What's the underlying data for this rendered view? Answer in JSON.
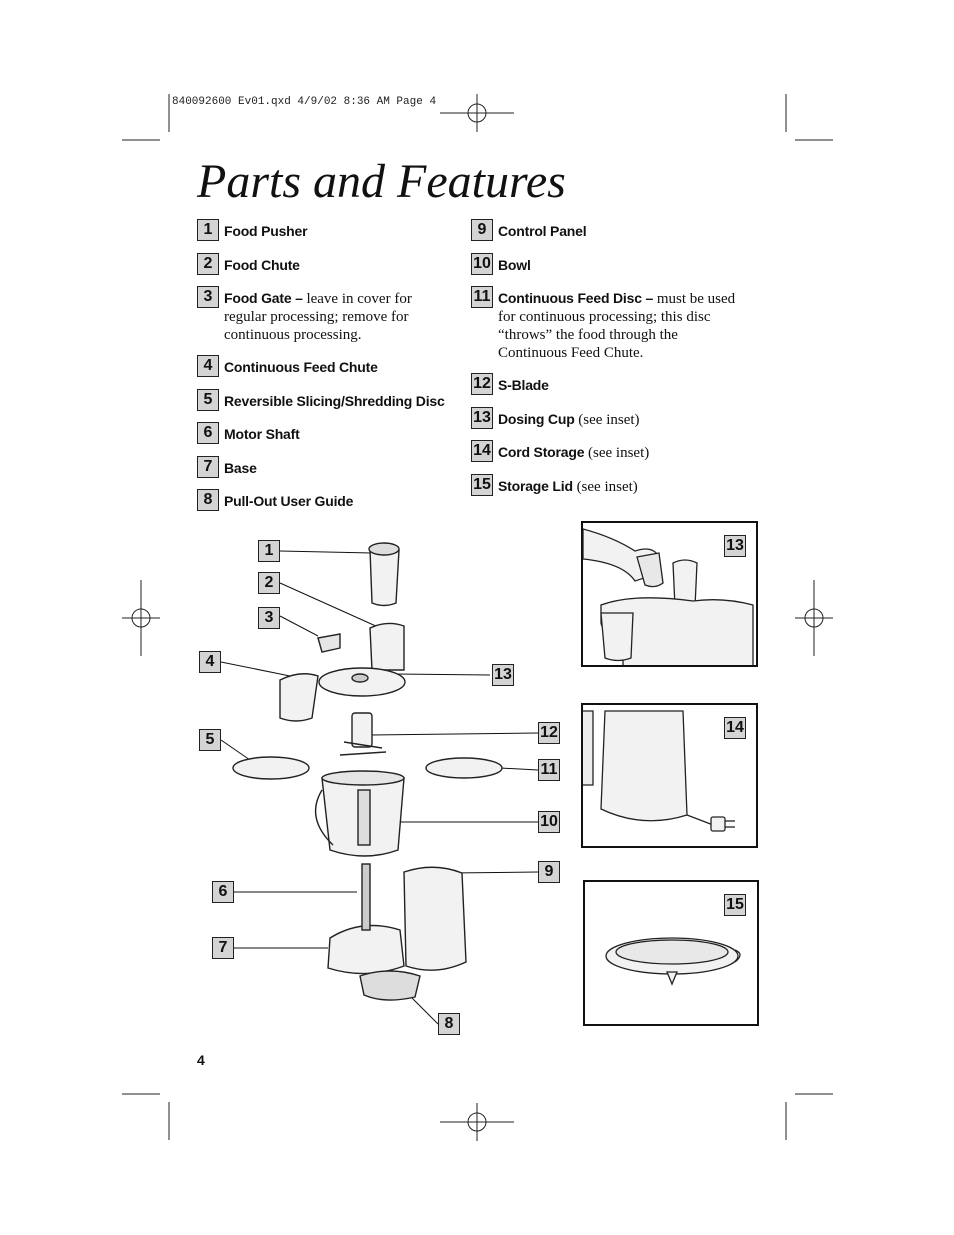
{
  "slug_line": "840092600 Ev01.qxd  4/9/02  8:36 AM  Page 4",
  "title": "Parts and Features",
  "page_number": "4",
  "parts": [
    {
      "num": "1",
      "name": "Food Pusher",
      "desc": ""
    },
    {
      "num": "2",
      "name": "Food Chute",
      "desc": ""
    },
    {
      "num": "3",
      "name": "Food Gate –",
      "desc": " leave in cover for regular processing; remove for continuous processing."
    },
    {
      "num": "4",
      "name": "Continuous Feed Chute",
      "desc": ""
    },
    {
      "num": "5",
      "name": "Reversible Slicing/Shredding Disc",
      "desc": ""
    },
    {
      "num": "6",
      "name": "Motor Shaft",
      "desc": ""
    },
    {
      "num": "7",
      "name": "Base",
      "desc": ""
    },
    {
      "num": "8",
      "name": "Pull-Out User Guide",
      "desc": ""
    },
    {
      "num": "9",
      "name": "Control Panel",
      "desc": ""
    },
    {
      "num": "10",
      "name": "Bowl",
      "desc": ""
    },
    {
      "num": "11",
      "name": "Continuous Feed Disc –",
      "desc": " must be used for continuous processing; this disc “throws” the food through the Continuous Feed Chute."
    },
    {
      "num": "12",
      "name": "S-Blade",
      "desc": ""
    },
    {
      "num": "13",
      "name": "Dosing Cup",
      "desc": " (see inset)"
    },
    {
      "num": "14",
      "name": "Cord Storage",
      "desc": " (see inset)"
    },
    {
      "num": "15",
      "name": "Storage Lid",
      "desc": " (see inset)"
    }
  ],
  "diagram_callouts": [
    "1",
    "2",
    "3",
    "4",
    "5",
    "13",
    "12",
    "11",
    "10",
    "9",
    "6",
    "7",
    "8"
  ],
  "inset_labels": [
    "13",
    "14",
    "15"
  ]
}
